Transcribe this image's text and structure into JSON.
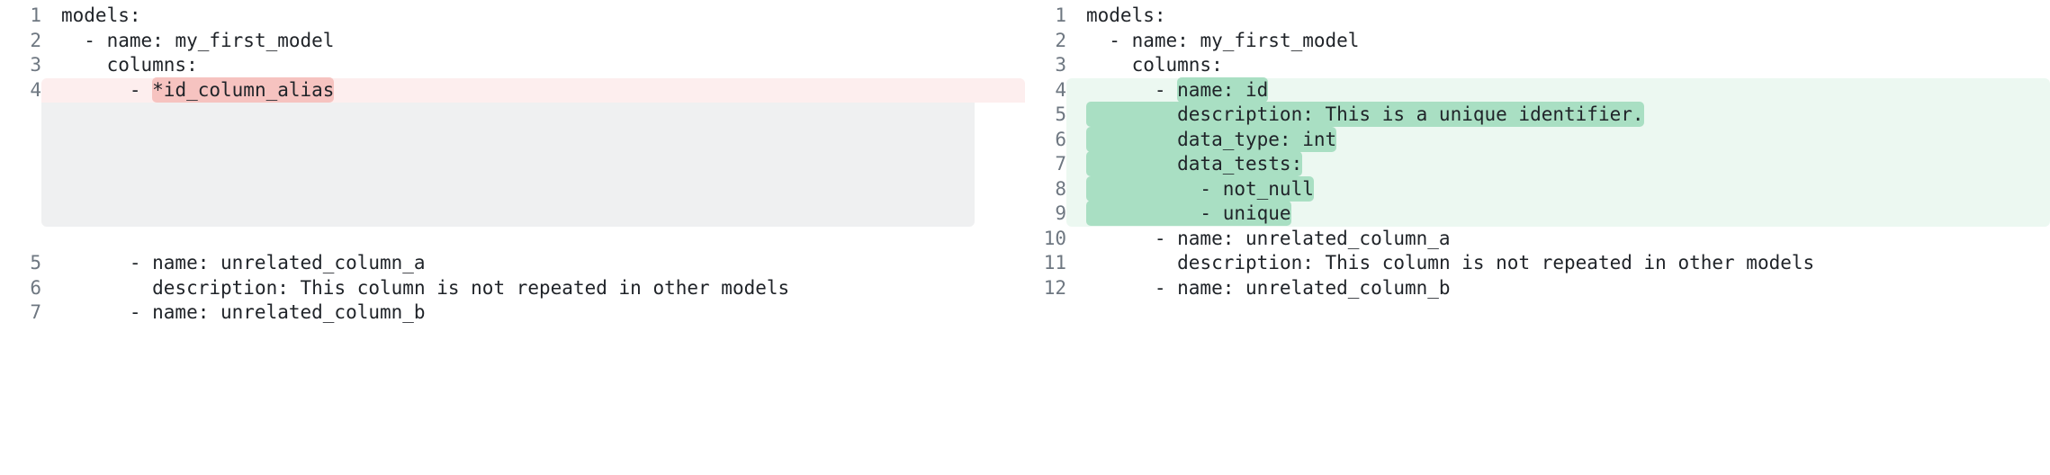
{
  "colors": {
    "page_background": "#ffffff",
    "text": "#1f2328",
    "line_number": "#6e7781",
    "deleted_row_background": "#fdeeee",
    "deleted_word_highlight": "#f6c3c0",
    "added_row_background": "#ecf8f1",
    "added_word_highlight": "#a9dfc3",
    "placeholder_block": "#eff0f1"
  },
  "left_pane": {
    "lines": [
      {
        "number": "1",
        "indent": "",
        "pre": "models:",
        "chip": "",
        "post": "",
        "state": "context"
      },
      {
        "number": "2",
        "indent": "  ",
        "pre": "- name: my_first_model",
        "chip": "",
        "post": "",
        "state": "context"
      },
      {
        "number": "3",
        "indent": "    ",
        "pre": "columns:",
        "chip": "",
        "post": "",
        "state": "context"
      },
      {
        "number": "4",
        "indent": "      ",
        "pre": "- ",
        "chip": "*id_column_alias",
        "post": "",
        "state": "deleted"
      },
      {
        "number": "5",
        "indent": "      ",
        "pre": "- name: unrelated_column_a",
        "chip": "",
        "post": "",
        "state": "context"
      },
      {
        "number": "6",
        "indent": "        ",
        "pre": "description: This column is not repeated in other models",
        "chip": "",
        "post": "",
        "state": "context"
      },
      {
        "number": "7",
        "indent": "      ",
        "pre": "- name: unrelated_column_b",
        "chip": "",
        "post": "",
        "state": "context"
      }
    ]
  },
  "right_pane": {
    "lines": [
      {
        "number": "1",
        "indent": "",
        "pre": "models:",
        "chip": "",
        "post": "",
        "state": "context"
      },
      {
        "number": "2",
        "indent": "  ",
        "pre": "- name: my_first_model",
        "chip": "",
        "post": "",
        "state": "context"
      },
      {
        "number": "3",
        "indent": "    ",
        "pre": "columns:",
        "chip": "",
        "post": "",
        "state": "context"
      },
      {
        "number": "4",
        "indent": "      ",
        "pre": "- ",
        "chip": "name: id",
        "post": "",
        "state": "added"
      },
      {
        "number": "5",
        "indent": "",
        "pre": "",
        "chip": "        description: This is a unique identifier.",
        "post": "",
        "state": "added"
      },
      {
        "number": "6",
        "indent": "",
        "pre": "",
        "chip": "        data_type: int",
        "post": "",
        "state": "added"
      },
      {
        "number": "7",
        "indent": "",
        "pre": "",
        "chip": "        data_tests:",
        "post": "",
        "state": "added"
      },
      {
        "number": "8",
        "indent": "",
        "pre": "",
        "chip": "          - not_null",
        "post": "",
        "state": "added"
      },
      {
        "number": "9",
        "indent": "",
        "pre": "",
        "chip": "          - unique",
        "post": "",
        "state": "added"
      },
      {
        "number": "10",
        "indent": "      ",
        "pre": "- name: unrelated_column_a",
        "chip": "",
        "post": "",
        "state": "context"
      },
      {
        "number": "11",
        "indent": "        ",
        "pre": "description: This column is not repeated in other models",
        "chip": "",
        "post": "",
        "state": "context"
      },
      {
        "number": "12",
        "indent": "      ",
        "pre": "- name: unrelated_column_b",
        "chip": "",
        "post": "",
        "state": "context"
      }
    ]
  }
}
